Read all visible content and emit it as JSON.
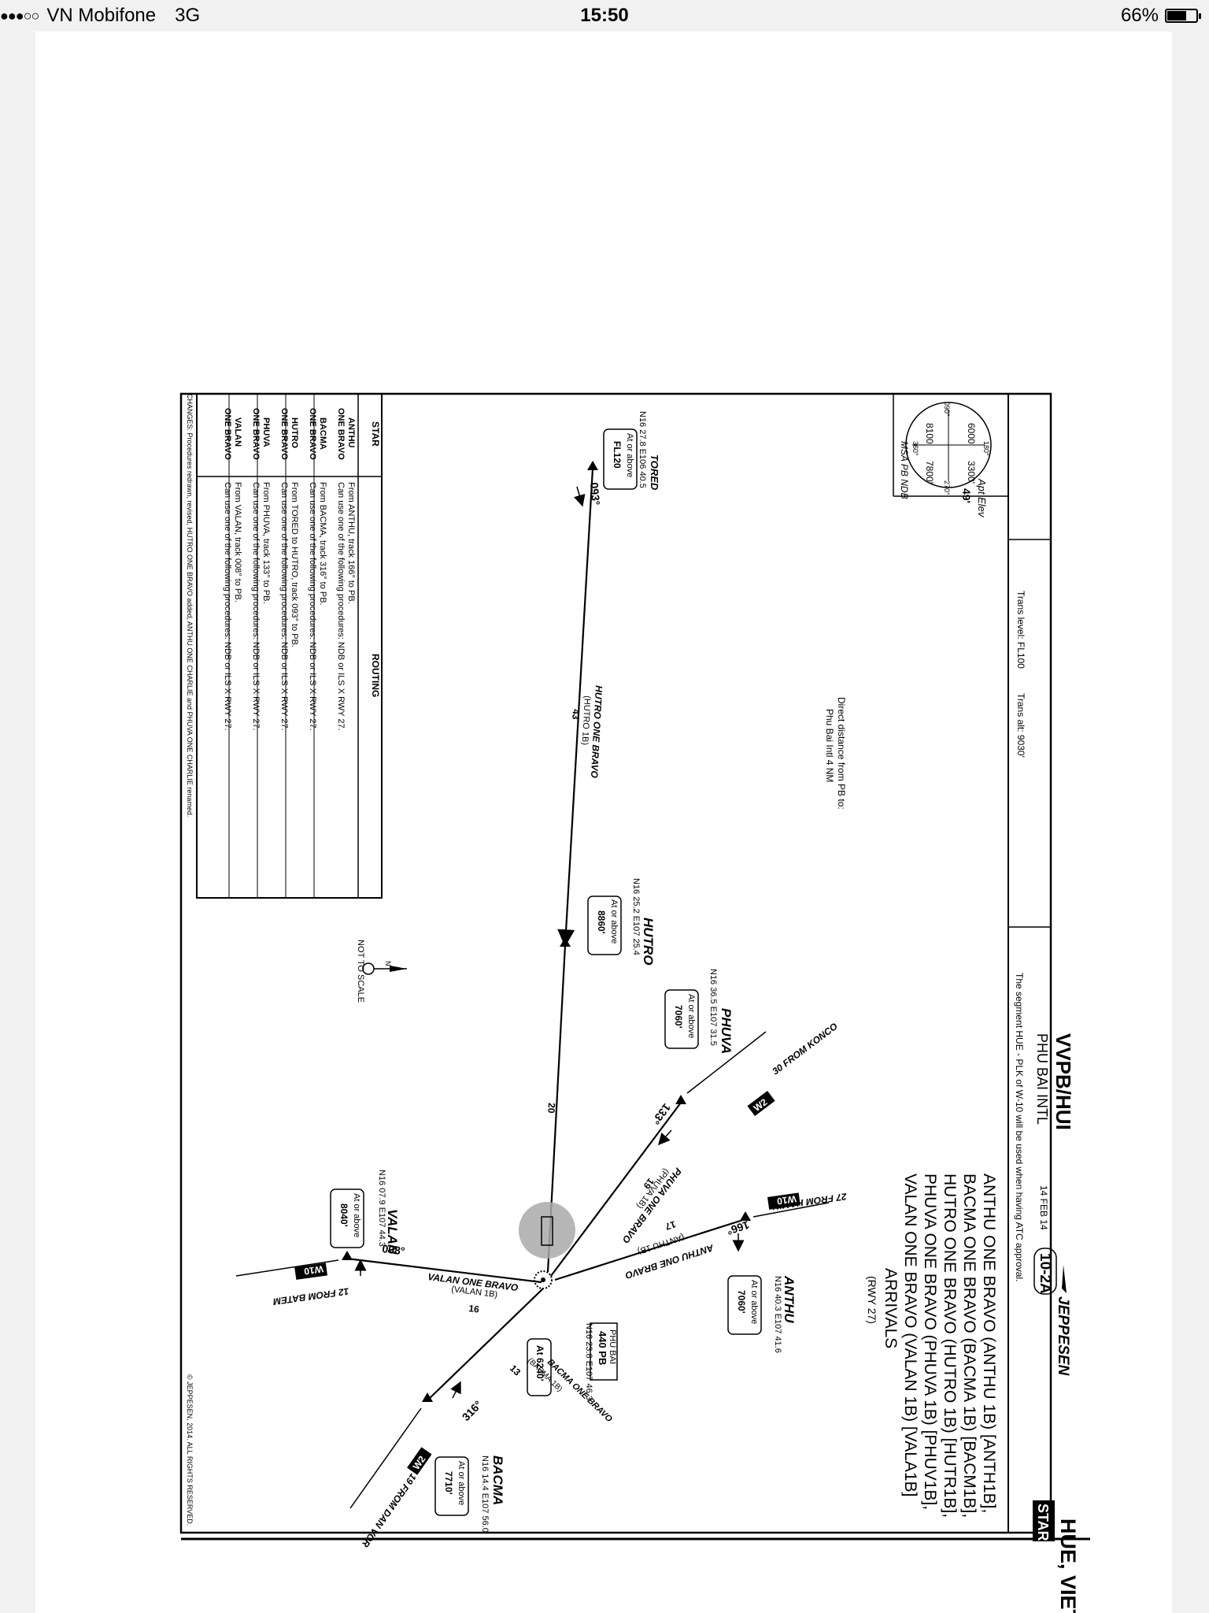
{
  "status_bar": {
    "signal_dots": "●●●○○",
    "carrier": "VN Mobifone",
    "network": "3G",
    "time": "15:50",
    "battery_percent": "66%",
    "battery_level": 0.66
  },
  "chart": {
    "publisher": "JEPPESEN",
    "date": "14 FEB 14",
    "chart_number": "10-2A",
    "location": "HUE, VIETNAM",
    "chart_type": "STAR",
    "icao": "VVPB/HUI",
    "airport": "PHU BAI INTL",
    "titles": [
      "ANTHU ONE BRAVO (ANTHU 1B) [ANTH1B],",
      "BACMA ONE BRAVO (BACMA 1B) [BACM1B],",
      "HUTRO ONE BRAVO (HUTRO 1B) [HUTR1B],",
      "PHUVA ONE BRAVO (PHUVA 1B) [PHUV1B],",
      "VALAN ONE BRAVO (VALAN 1B) [VALA1B]"
    ],
    "arrivals": "ARRIVALS",
    "runway": "(RWY 27)",
    "apt_elev_label": "Apt Elev",
    "apt_elev": "49'",
    "trans_level": "Trans level: FL100",
    "trans_alt": "Trans alt: 9030'",
    "segment_note": "The segment HUE - PLK of W-10 will be used when having ATC approval.",
    "msa": {
      "label": "MSA PB NDB",
      "sectors": [
        "6000'",
        "3300'",
        "7800'",
        "8100'"
      ],
      "bearings": [
        "180°",
        "270°",
        "360°",
        "090°"
      ]
    },
    "direct_distance": [
      "Direct distance from PB to:",
      "Phu Bai Intl 4 NM"
    ],
    "not_to_scale": "NOT TO SCALE",
    "north": "N",
    "copyright": "© JEPPESEN, 2014. ALL RIGHTS RESERVED.",
    "changes": "CHANGES: Procedures redrawn, revised, HUTRO ONE BRAVO added, ANTHU ONE CHARLIE and PHUVA ONE CHARLIE renamed.",
    "fixes": {
      "tored": {
        "name": "TORED",
        "coord": "N16 27.8 E106 40.5",
        "restr1": "At or above",
        "restr2": "FL120"
      },
      "hutro": {
        "name": "HUTRO",
        "coord": "N16 25.2 E107 25.4",
        "restr1": "At or above",
        "restr2": "8860'"
      },
      "phuva": {
        "name": "PHUVA",
        "coord": "N16 36.5 E107 31.5",
        "restr1": "At or above",
        "restr2": "7060'"
      },
      "anthu": {
        "name": "ANTHU",
        "coord": "N16 40.3 E107 41.6",
        "restr1": "At or above",
        "restr2": "7060'"
      },
      "valan": {
        "name": "VALAN",
        "coord": "N16 07.9 E107 44.3",
        "restr1": "At or above",
        "restr2": "8040'"
      },
      "bacma": {
        "name": "BACMA",
        "coord": "N16 14.4 E107 56.0",
        "restr1": "At or above",
        "restr2": "7710'"
      },
      "pb": {
        "name": "PHU BAI",
        "freq": "440 PB",
        "coord": "N16 23.8 E107 46.3",
        "restr": "At 6240'"
      }
    },
    "routes": {
      "hutro_name": "HUTRO ONE BRAVO",
      "hutro_short": "(HUTRO 1B)",
      "hutro_course": "093°",
      "hutro_dist1": "43",
      "hutro_dist2": "20",
      "phuva_name": "PHUVA ONE BRAVO",
      "phuva_short": "(PHUVA 1B)",
      "phuva_course": "133°",
      "phuva_dist": "19",
      "anthu_name": "ANTHU ONE BRAVO",
      "anthu_short": "(ANTHU 1B)",
      "anthu_course": "166°",
      "anthu_dist": "17",
      "valan_name": "VALAN ONE BRAVO",
      "valan_short": "(VALAN 1B)",
      "valan_course": "008°",
      "valan_dist": "16",
      "bacma_name": "BACMA ONE BRAVO",
      "bacma_short": "(BACMA 1B)",
      "bacma_course": "316°",
      "bacma_dist": "13"
    },
    "airways": {
      "konco": "30 FROM KONCO",
      "konco_id": "W2",
      "hamin": "27 FROM HAMIN",
      "hamin_id": "W10",
      "batem": "12 FROM BATEM",
      "batem_id": "W10",
      "danvor": "19 FROM DAN VOR",
      "danvor_id": "W2"
    },
    "table": {
      "col_star": "STAR",
      "col_routing": "ROUTING",
      "rows": [
        {
          "star1": "ANTHU",
          "star2": "ONE BRAVO",
          "r1": "From ANTHU, track 166° to PB.",
          "r2": "Can use one of the following procedures: NDB or ILS X RWY 27."
        },
        {
          "star1": "BACMA",
          "star2": "ONE BRAVO",
          "r1": "From BACMA, track 316° to PB.",
          "r2": "Can use one of the following procedures: NDB or ILS X RWY 27."
        },
        {
          "star1": "HUTRO",
          "star2": "ONE BRAVO",
          "r1": "From TORED to HUTRO, track 093° to PB.",
          "r2": "Can use one of the following procedures: NDB or ILS X RWY 27."
        },
        {
          "star1": "PHUVA",
          "star2": "ONE BRAVO",
          "r1": "From PHUVA, track 133° to PB.",
          "r2": "Can use one of the following procedures: NDB or ILS X RWY 27."
        },
        {
          "star1": "VALAN",
          "star2": "ONE BRAVO",
          "r1": "From VALAN, track 008° to PB.",
          "r2": "Can use one of the following procedures: NDB or ILS X RWY 27."
        }
      ]
    }
  }
}
